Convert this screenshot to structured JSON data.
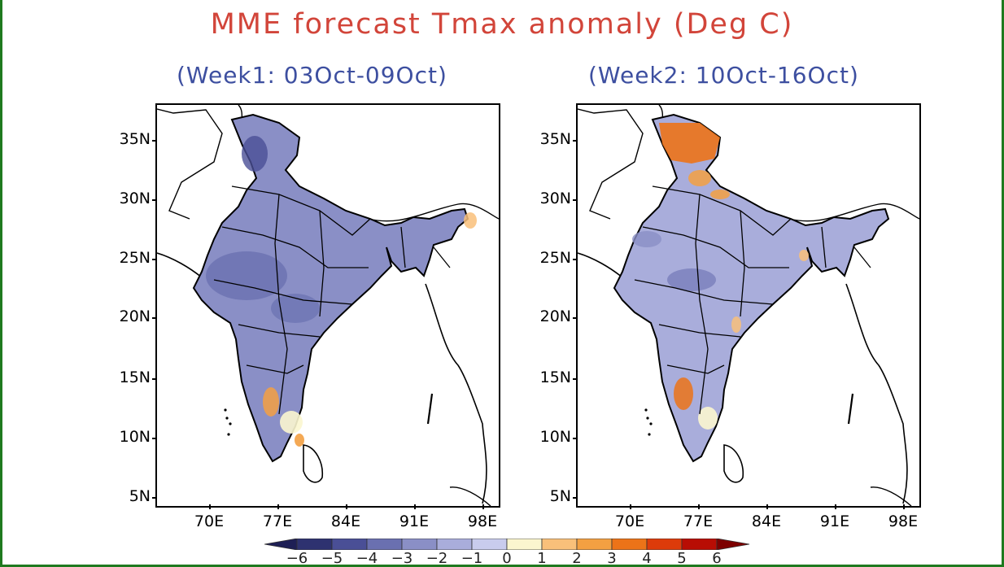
{
  "title": "MME forecast Tmax anomaly (Deg C)",
  "panels": [
    {
      "subtitle": "(Week1: 03Oct-09Oct)",
      "tone": "cool"
    },
    {
      "subtitle": "(Week2: 10Oct-16Oct)",
      "tone": "mixed"
    }
  ],
  "axes": {
    "lat_labels": [
      "35N",
      "30N",
      "25N",
      "20N",
      "15N",
      "10N",
      "5N"
    ],
    "lon_labels": [
      "70E",
      "77E",
      "84E",
      "91E",
      "98E"
    ]
  },
  "colorbar": {
    "labels": [
      "−6",
      "−5",
      "−4",
      "−3",
      "−2",
      "−1",
      "0",
      "1",
      "2",
      "3",
      "4",
      "5",
      "6"
    ],
    "colors": [
      "#2e3270",
      "#4a4f96",
      "#6a70b0",
      "#8a8fc6",
      "#a9addb",
      "#c9cced",
      "#fbf6cf",
      "#f9c07a",
      "#f3a042",
      "#ec7318",
      "#dd3b0a",
      "#b80d04"
    ],
    "low_color": "#1e1f55",
    "high_color": "#7d0000"
  },
  "colors": {
    "title": "#d2453a",
    "subtitle": "#3d4fa0",
    "page_border": "#1f7a1f"
  }
}
